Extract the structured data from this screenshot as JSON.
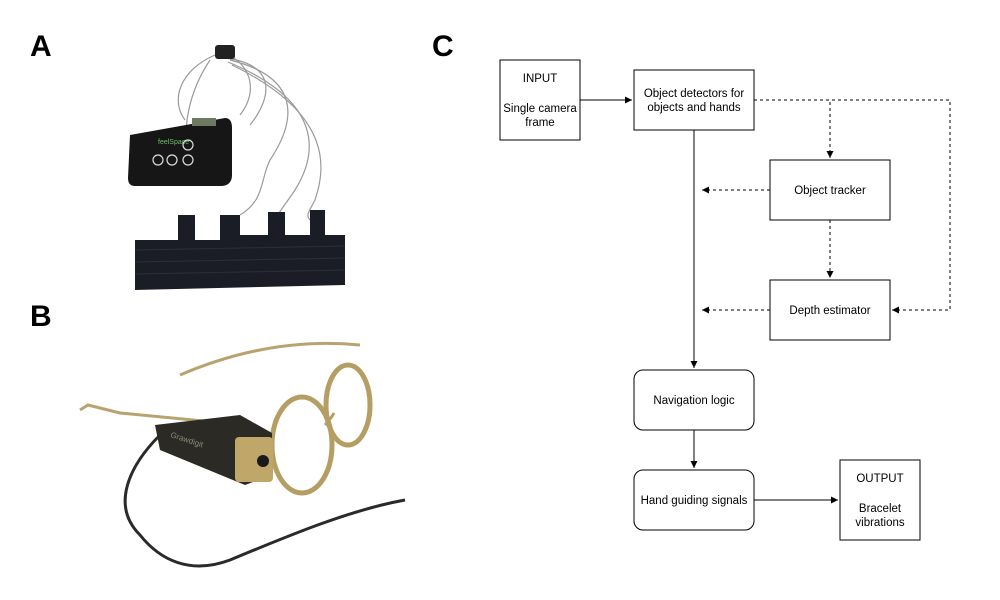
{
  "panels": {
    "a": {
      "letter": "A",
      "device_brand_text": "feelSpace"
    },
    "b": {
      "letter": "B",
      "device_brand_text": "Grawdigit"
    },
    "c": {
      "letter": "C"
    }
  },
  "flowchart": {
    "input": {
      "title": "INPUT",
      "lines": [
        "Single camera",
        "frame"
      ]
    },
    "detector": {
      "lines": [
        "Object detectors for",
        "objects and hands"
      ]
    },
    "tracker": {
      "label": "Object tracker"
    },
    "depth": {
      "label": "Depth estimator"
    },
    "navigation": {
      "label": "Navigation logic"
    },
    "hand_signals": {
      "label": "Hand guiding signals"
    },
    "output": {
      "title": "OUTPUT",
      "lines": [
        "Bracelet",
        "vibrations"
      ]
    }
  }
}
